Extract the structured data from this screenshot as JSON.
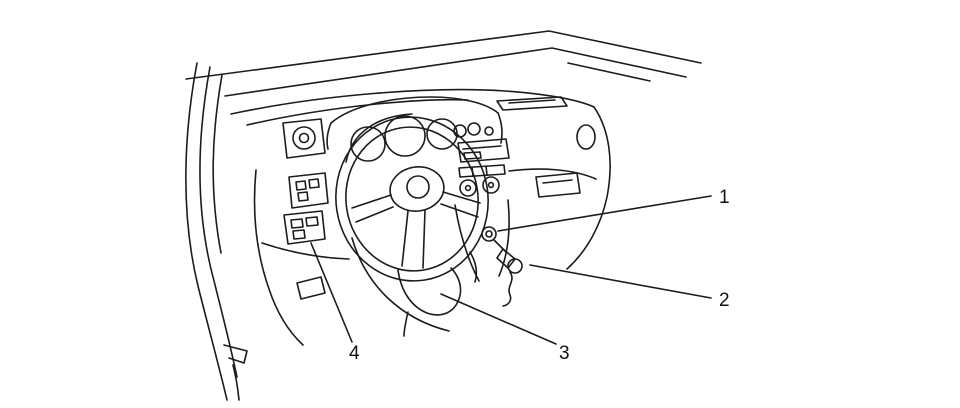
{
  "diagram": {
    "background_color": "#ffffff",
    "line_color": "#1c1c1c"
  },
  "callouts": [
    {
      "label": "1"
    },
    {
      "label": "2"
    },
    {
      "label": "3"
    },
    {
      "label": "4"
    }
  ]
}
